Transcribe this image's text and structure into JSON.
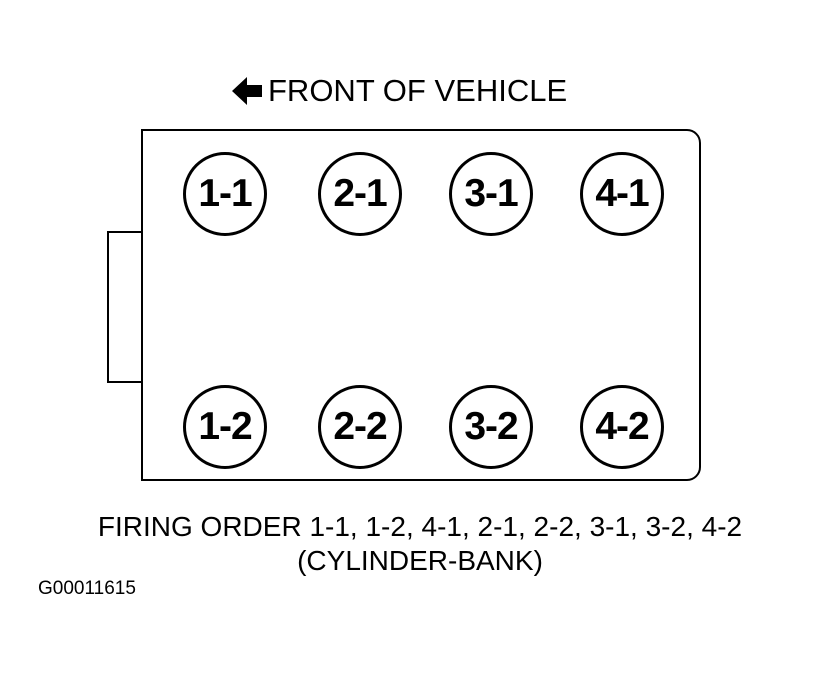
{
  "header": {
    "front_label": "FRONT OF VEHICLE",
    "arrow_icon": "left-arrow-icon"
  },
  "cylinders": [
    {
      "label": "1-1"
    },
    {
      "label": "2-1"
    },
    {
      "label": "3-1"
    },
    {
      "label": "4-1"
    },
    {
      "label": "1-2"
    },
    {
      "label": "2-2"
    },
    {
      "label": "3-2"
    },
    {
      "label": "4-2"
    }
  ],
  "caption": {
    "firing_order": "FIRING ORDER 1-1, 1-2, 4-1, 2-1, 2-2, 3-1, 3-2, 4-2",
    "note": "(CYLINDER-BANK)"
  },
  "figure_id": "G00011615",
  "colors": {
    "stroke": "#000000",
    "background": "#ffffff"
  }
}
